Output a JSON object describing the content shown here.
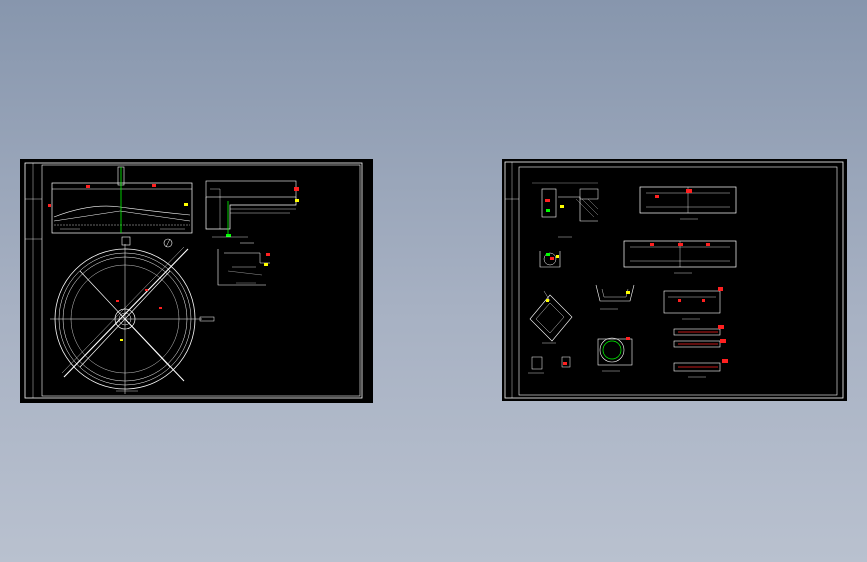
{
  "viewer": {
    "background_top": "#8796ad",
    "background_bottom": "#b9c1cf",
    "sheet_color": "#000000",
    "line_color": "#ffffff",
    "accent_red": "#ff2020",
    "accent_green": "#00ff00",
    "accent_yellow": "#ffff00"
  },
  "sheets": [
    {
      "name": "left-sheet",
      "views": [
        "section-view",
        "detail-view",
        "plan-view-circular-tank"
      ]
    },
    {
      "name": "right-sheet",
      "views": [
        "detail-views",
        "beam-elevations",
        "channel-sections"
      ]
    }
  ]
}
